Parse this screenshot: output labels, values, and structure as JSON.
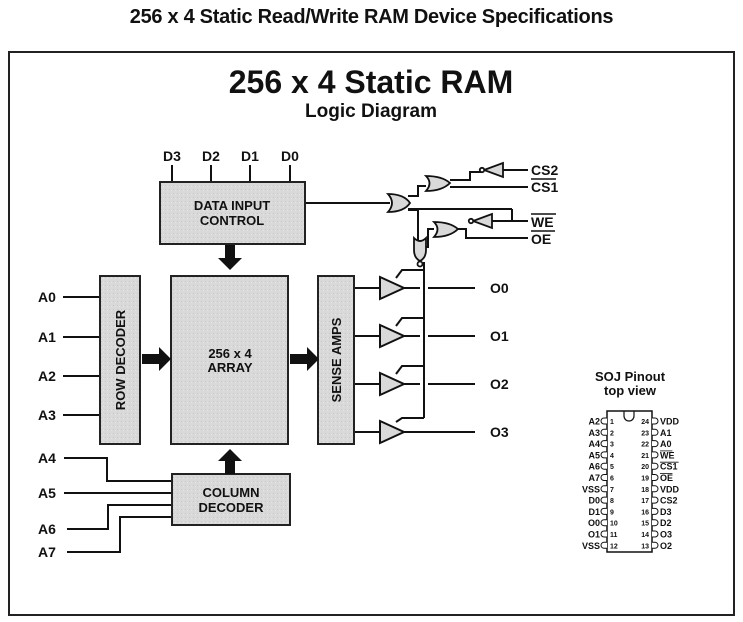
{
  "page": {
    "title": "256 x 4 Static Read/Write RAM Device Specifications"
  },
  "diagram": {
    "title": "256 x 4 Static RAM",
    "subtitle": "Logic Diagram",
    "blocks": {
      "data_input_control": [
        "DATA INPUT",
        "CONTROL"
      ],
      "row_decoder": "ROW DECODER",
      "array": [
        "256 x 4",
        "ARRAY"
      ],
      "sense_amps": "SENSE AMPS",
      "column_decoder": [
        "COLUMN",
        "DECODER"
      ]
    },
    "data_inputs": [
      "D3",
      "D2",
      "D1",
      "D0"
    ],
    "row_address_inputs": [
      "A0",
      "A1",
      "A2",
      "A3"
    ],
    "column_address_inputs": [
      "A4",
      "A5",
      "A6",
      "A7"
    ],
    "outputs": [
      "O0",
      "O1",
      "O2",
      "O3"
    ],
    "control_inputs": [
      {
        "label": "CS2",
        "active_low": false
      },
      {
        "label": "CS1",
        "active_low": true
      },
      {
        "label": "WE",
        "active_low": true
      },
      {
        "label": "OE",
        "active_low": true
      }
    ],
    "colors": {
      "block_fill": "#d9d9d9",
      "line": "#111111"
    }
  },
  "pinout": {
    "title": "SOJ Pinout",
    "subtitle": "top view",
    "left_pins": [
      {
        "num": "1",
        "label": "A2"
      },
      {
        "num": "2",
        "label": "A3"
      },
      {
        "num": "3",
        "label": "A4"
      },
      {
        "num": "4",
        "label": "A5"
      },
      {
        "num": "5",
        "label": "A6"
      },
      {
        "num": "6",
        "label": "A7"
      },
      {
        "num": "7",
        "label": "VSS"
      },
      {
        "num": "8",
        "label": "D0"
      },
      {
        "num": "9",
        "label": "D1"
      },
      {
        "num": "10",
        "label": "O0"
      },
      {
        "num": "11",
        "label": "O1"
      },
      {
        "num": "12",
        "label": "VSS"
      }
    ],
    "right_pins": [
      {
        "num": "24",
        "label": "VDD",
        "overline": false
      },
      {
        "num": "23",
        "label": "A1",
        "overline": false
      },
      {
        "num": "22",
        "label": "A0",
        "overline": false
      },
      {
        "num": "21",
        "label": "WE",
        "overline": true
      },
      {
        "num": "20",
        "label": "CS1",
        "overline": true
      },
      {
        "num": "19",
        "label": "OE",
        "overline": true
      },
      {
        "num": "18",
        "label": "VDD",
        "overline": false
      },
      {
        "num": "17",
        "label": "CS2",
        "overline": false
      },
      {
        "num": "16",
        "label": "D3",
        "overline": false
      },
      {
        "num": "15",
        "label": "D2",
        "overline": false
      },
      {
        "num": "14",
        "label": "O3",
        "overline": false
      },
      {
        "num": "13",
        "label": "O2",
        "overline": false
      }
    ]
  }
}
